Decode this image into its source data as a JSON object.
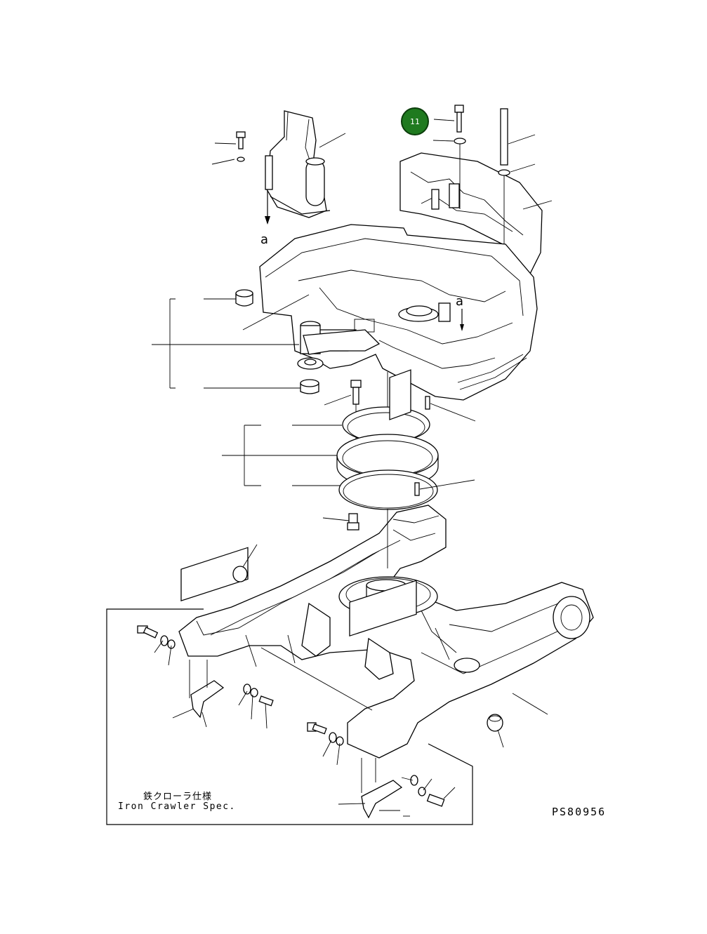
{
  "diagram": {
    "callout_marker": {
      "label": "11",
      "color": "#1f7a1f"
    },
    "reference_labels": [
      "a",
      "a"
    ],
    "inset": {
      "spec_label_jp": "鉄クローラ仕様",
      "spec_label_en": "Iron Crawler Spec."
    },
    "figure_code": "PS80956"
  }
}
